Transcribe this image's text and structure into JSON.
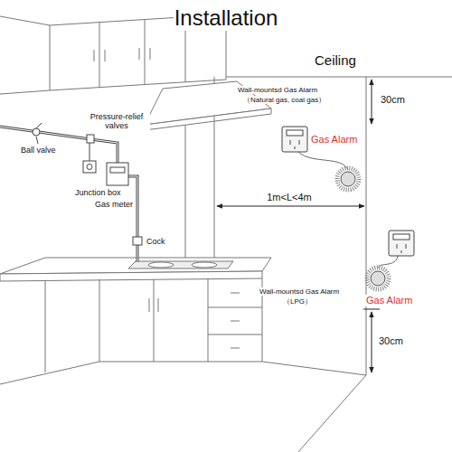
{
  "diagram": {
    "title": "Installation",
    "labels": [
      "Ceiling",
      "Wall-mountsd Gas Alarm",
      "（Natural gas, coal gas）",
      "30cm",
      "Pressure-relief valves",
      "Ball valve",
      "Junction box",
      "Gas meter",
      "Gas Alarm",
      "1m<L<4m",
      "Cock",
      "Gas Alarm",
      "Wall-mountsd Gas Alarm",
      "（LPG）",
      "30cm"
    ]
  }
}
